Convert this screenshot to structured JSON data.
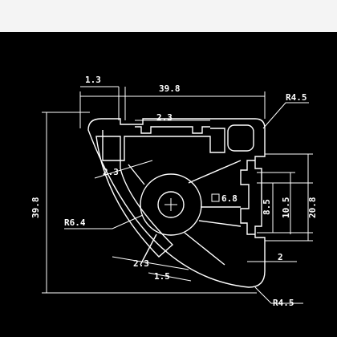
{
  "colors": {
    "background": "#000000",
    "lines": "#ffffff",
    "top_strip": "#f4f4f4"
  },
  "dimensions": {
    "top_slot": "1.3",
    "width": "39.8",
    "corner_radius_top": "R4.5",
    "wall_top": "2.3",
    "wall_upper_left": "2.3",
    "height": "39.8",
    "square_core": "6.8",
    "square_symbol": "□",
    "slot_inner": "8.5",
    "slot_mid": "10.5",
    "slot_outer": "20.8",
    "fillet": "R6.4",
    "right_wall": "2",
    "wall_lower": "2.3",
    "lip": "1.5",
    "corner_radius_bottom": "R4.5"
  }
}
